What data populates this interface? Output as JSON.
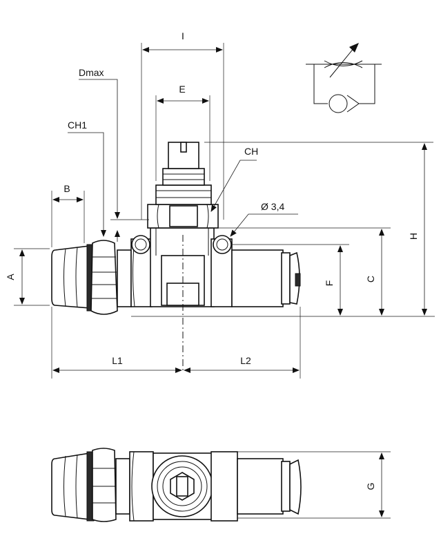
{
  "labels": {
    "I": "I",
    "E": "E",
    "Dmax": "Dmax",
    "CH1": "CH1",
    "CH": "CH",
    "B": "B",
    "A": "A",
    "hole": "Ø 3,4",
    "F": "F",
    "C": "C",
    "H": "H",
    "L1": "L1",
    "L2": "L2",
    "G": "G"
  }
}
